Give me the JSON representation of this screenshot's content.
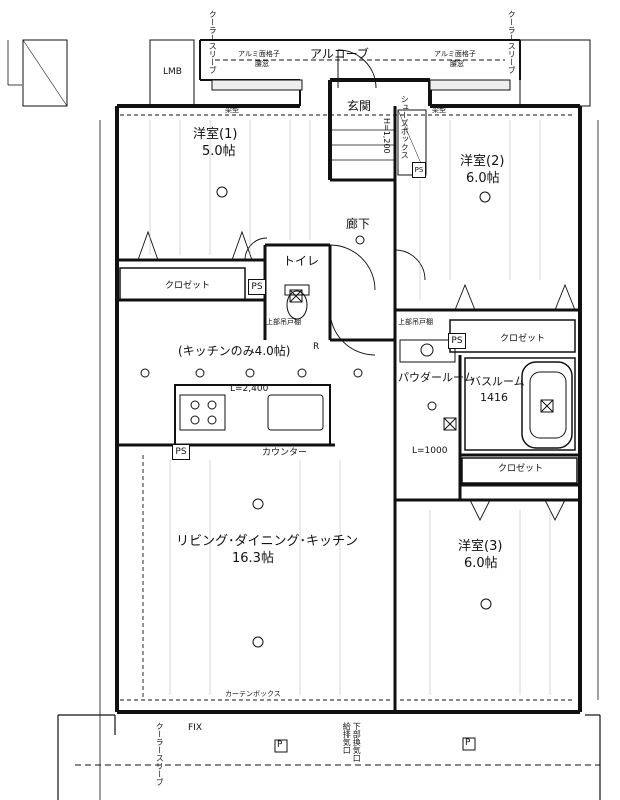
{
  "rooms": {
    "western1": {
      "name": "洋室(1)",
      "size": "5.0帖"
    },
    "western2": {
      "name": "洋室(2)",
      "size": "6.0帖"
    },
    "western3": {
      "name": "洋室(3)",
      "size": "6.0帖"
    },
    "ldk": {
      "name": "リビング･ダイニング･キッチン",
      "size": "16.3帖"
    },
    "kitchen_only": "(キッチンのみ4.0帖)",
    "toilet": "トイレ",
    "hallway": "廊下",
    "entrance": "玄関",
    "alcove": "アルコーブ",
    "powder_room": "パウダールーム",
    "bathroom": {
      "name": "バスルーム",
      "size": "1416"
    }
  },
  "fixtures": {
    "closet_1": "クロゼット",
    "closet_2": "クロゼット",
    "closet_3": "クロゼット",
    "counter": "カウンター",
    "shoe_box": "シューズボックス",
    "shoe_box_height": "H=1,200",
    "l_2400": "L=2,400",
    "l_1000": "L=1000",
    "curtain_box": "カーテンボックス",
    "fix": "FIX",
    "ps_labels": [
      "PS",
      "PS",
      "PS",
      "PS"
    ],
    "upper_storage_toilet": "上部吊戸棚",
    "upper_storage_powder": "上部吊戸棚",
    "lattice_window_left": "アルミ面格子",
    "lattice_window_left2": "腰窓",
    "lattice_window_right": "アルミ面格子",
    "lattice_window_right2": "腰窓",
    "beam_left": "梁型",
    "beam_right": "梁型",
    "cooler_sleeve": "クーラースリーブ",
    "cooler_sleeve_top_left": "クーラースリーブ",
    "cooler_sleeve_top_right": "クーラースリーブ",
    "bottom_vent_label": "給排気口",
    "bottom_vent_label2": "下部換気口",
    "lmb": "LMB",
    "p_marks": [
      "P",
      "P"
    ],
    "r_mark": "R"
  }
}
